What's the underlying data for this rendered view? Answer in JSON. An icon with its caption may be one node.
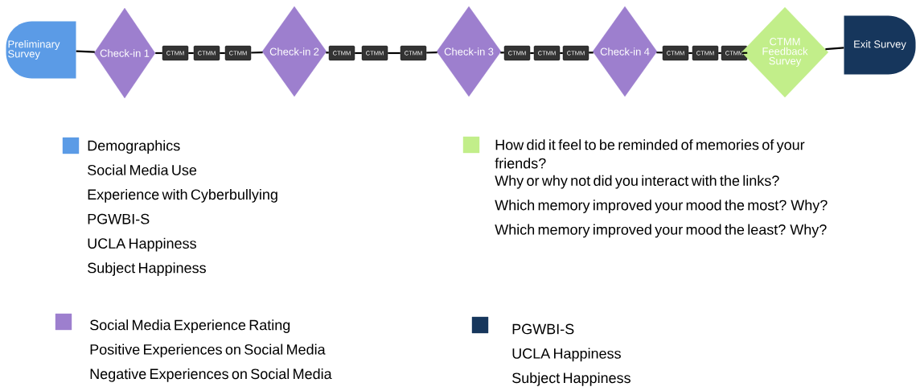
{
  "diagram": {
    "nodes": [
      {
        "text": [
          "Preliminary Survey"
        ]
      },
      {
        "text": [
          "Check-in 1"
        ]
      },
      {
        "text": [
          "CTMM"
        ]
      },
      {
        "text": [
          "CTMM"
        ]
      },
      {
        "text": [
          "CTMM"
        ]
      },
      {
        "text": [
          "Check-in 2"
        ]
      },
      {
        "text": [
          "CTMM"
        ]
      },
      {
        "text": [
          "CTMM"
        ]
      },
      {
        "text": [
          "CTMM"
        ]
      },
      {
        "text": [
          "Check-in 3"
        ]
      },
      {
        "text": [
          "CTMM"
        ]
      },
      {
        "text": [
          "CTMM"
        ]
      },
      {
        "text": [
          "CTMM"
        ]
      },
      {
        "text": [
          "Check-in 4"
        ]
      },
      {
        "text": [
          "CTMM"
        ]
      },
      {
        "text": [
          "CTMM"
        ]
      },
      {
        "text": [
          "CTMM"
        ]
      },
      {
        "text": [
          "CTMM Feedback Survey"
        ]
      },
      {
        "text": [
          "Exit Survey"
        ]
      }
    ],
    "edges": [
      {
        "from": 0,
        "to": 1,
        "arrow": "none"
      },
      {
        "from": 1,
        "to": 2,
        "arrow": "none"
      },
      {
        "from": 2,
        "to": 3,
        "arrow": "none"
      },
      {
        "from": 3,
        "to": 4,
        "arrow": "none"
      },
      {
        "from": 4,
        "to": 5,
        "arrow": "none"
      },
      {
        "from": 5,
        "to": 6,
        "arrow": "none"
      },
      {
        "from": 6,
        "to": 7,
        "arrow": "none"
      },
      {
        "from": 7,
        "to": 8,
        "arrow": "none"
      },
      {
        "from": 8,
        "to": 9,
        "arrow": "none"
      },
      {
        "from": 9,
        "to": 10,
        "arrow": "none"
      },
      {
        "from": 10,
        "to": 11,
        "arrow": "none"
      },
      {
        "from": 11,
        "to": 12,
        "arrow": "none"
      },
      {
        "from": 12,
        "to": 13,
        "arrow": "none"
      },
      {
        "from": 13,
        "to": 14,
        "arrow": "none"
      },
      {
        "from": 14,
        "to": 15,
        "arrow": "none"
      },
      {
        "from": 15,
        "to": 16,
        "arrow": "none"
      },
      {
        "from": 16,
        "to": 17,
        "arrow": "none"
      },
      {
        "from": 17,
        "to": 18,
        "arrow": "none"
      }
    ],
    "labels": [
      "Social Media Use",
      "Experience with Cyberbullying",
      "PGWBI-S",
      "UCLA Happiness",
      "Subject Happiness",
      "Positive Experiences on Social Media",
      "Negative Experiences on Social Media",
      "Why or why not did you interact with the links?",
      "Which memory improved your mood the most? Why?",
      "Which memory improved your mood the least? Why?",
      "UCLA Happiness",
      "Subject Happiness"
    ],
    "legend": [
      {
        "text": "Demographics",
        "color": "#5b9be6"
      },
      {
        "text": "Social Media Experience Rating",
        "color": "#9d7fce"
      },
      {
        "text": "How did it feel to be reminded of memories of your friends?",
        "color": "#c2ee8a"
      },
      {
        "text": "PGWBI-S",
        "color": "#16365c"
      }
    ]
  }
}
